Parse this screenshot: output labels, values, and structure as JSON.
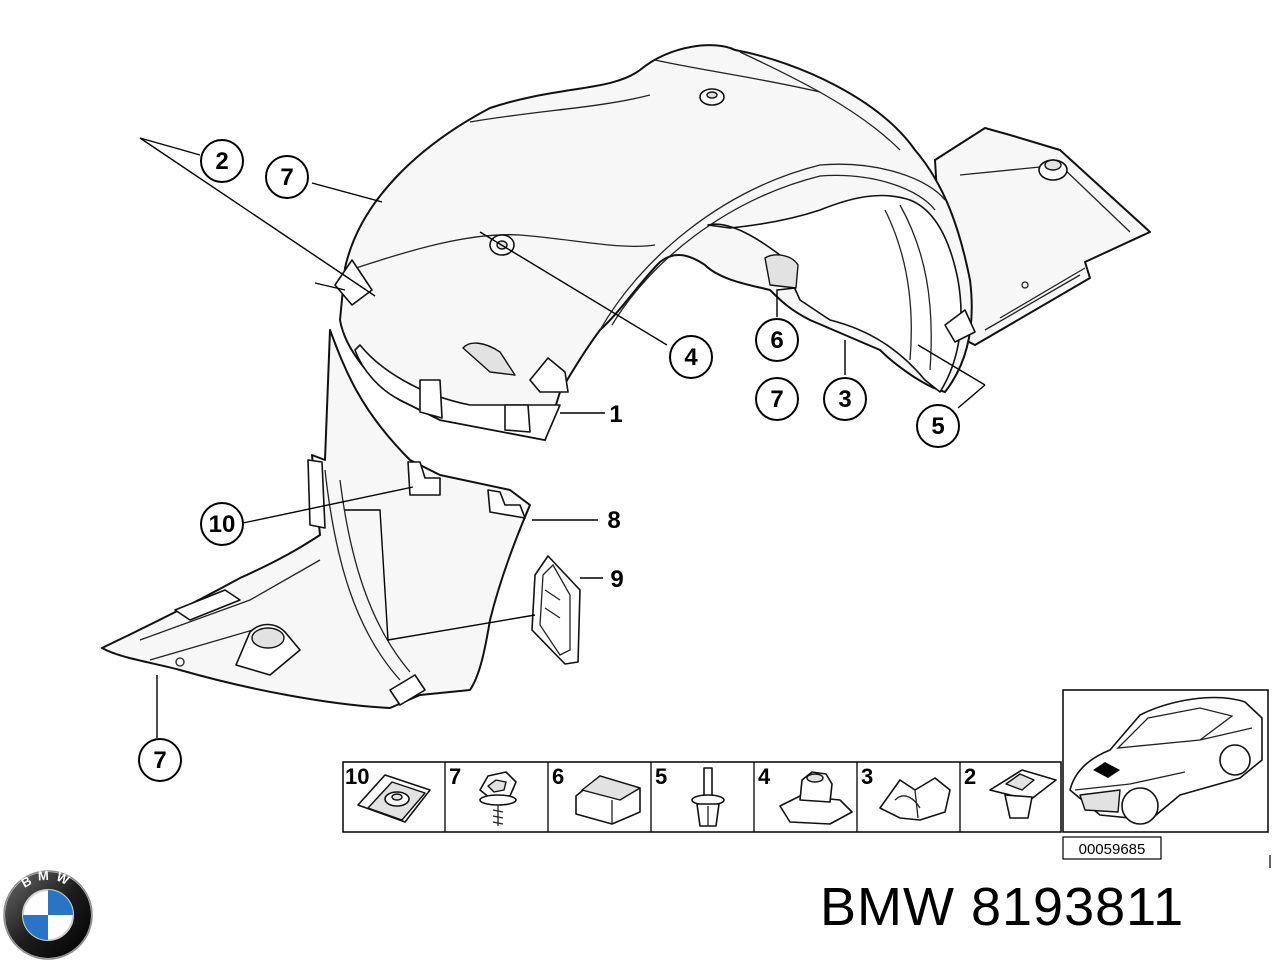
{
  "callouts": {
    "c1": "2",
    "c2": "7",
    "c3": "4",
    "c4": "6",
    "c5": "7",
    "c6": "3",
    "c7": "5",
    "c8": "10",
    "c9": "7"
  },
  "plain_labels": {
    "p1": "1",
    "p2": "8",
    "p3": "9"
  },
  "fastener_strip": [
    "10",
    "7",
    "6",
    "5",
    "4",
    "3",
    "2"
  ],
  "diagram_ref": "00059685",
  "logo_text": "BMW",
  "brand_title": "BMW 8193811"
}
